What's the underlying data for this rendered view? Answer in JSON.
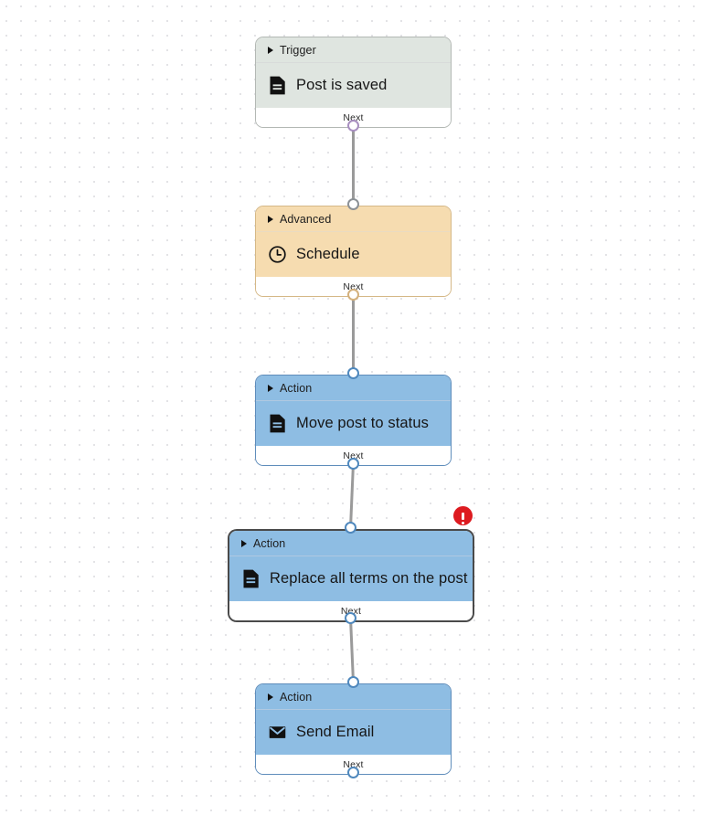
{
  "canvas": {
    "grid": "dot-grid",
    "background_color": "#ffffff",
    "grid_dot_color": "#e3e3e6"
  },
  "palette": {
    "trigger_fill": "#dfe5e0",
    "advanced_fill": "#f6dcb0",
    "action_fill": "#8ebde3",
    "footer_fill": "#ffffff",
    "selected_border": "#4a4a4a",
    "error_red": "#dd1b20",
    "edge_gray": "#9a9a9a"
  },
  "nodes": [
    {
      "id": "trigger-post-is-saved",
      "category": "Trigger",
      "title": "Post is saved",
      "icon": "document-icon",
      "footer_label": "Next",
      "variant": "trigger",
      "selected": false,
      "has_error": false
    },
    {
      "id": "advanced-schedule",
      "category": "Advanced",
      "title": "Schedule",
      "icon": "clock-icon",
      "footer_label": "Next",
      "variant": "advanced",
      "selected": false,
      "has_error": false
    },
    {
      "id": "action-move-post-to-status",
      "category": "Action",
      "title": "Move post to status",
      "icon": "document-icon",
      "footer_label": "Next",
      "variant": "action",
      "selected": false,
      "has_error": false
    },
    {
      "id": "action-replace-all-terms",
      "category": "Action",
      "title": "Replace all terms on the post",
      "icon": "document-icon",
      "footer_label": "Next",
      "variant": "action",
      "selected": true,
      "has_error": true
    },
    {
      "id": "action-send-email",
      "category": "Action",
      "title": "Send Email",
      "icon": "envelope-icon",
      "footer_label": "Next",
      "variant": "action",
      "selected": false,
      "has_error": false
    }
  ],
  "connections": [
    {
      "from": "trigger-post-is-saved",
      "to": "advanced-schedule"
    },
    {
      "from": "advanced-schedule",
      "to": "action-move-post-to-status"
    },
    {
      "from": "action-move-post-to-status",
      "to": "action-replace-all-terms"
    },
    {
      "from": "action-replace-all-terms",
      "to": "action-send-email"
    }
  ]
}
